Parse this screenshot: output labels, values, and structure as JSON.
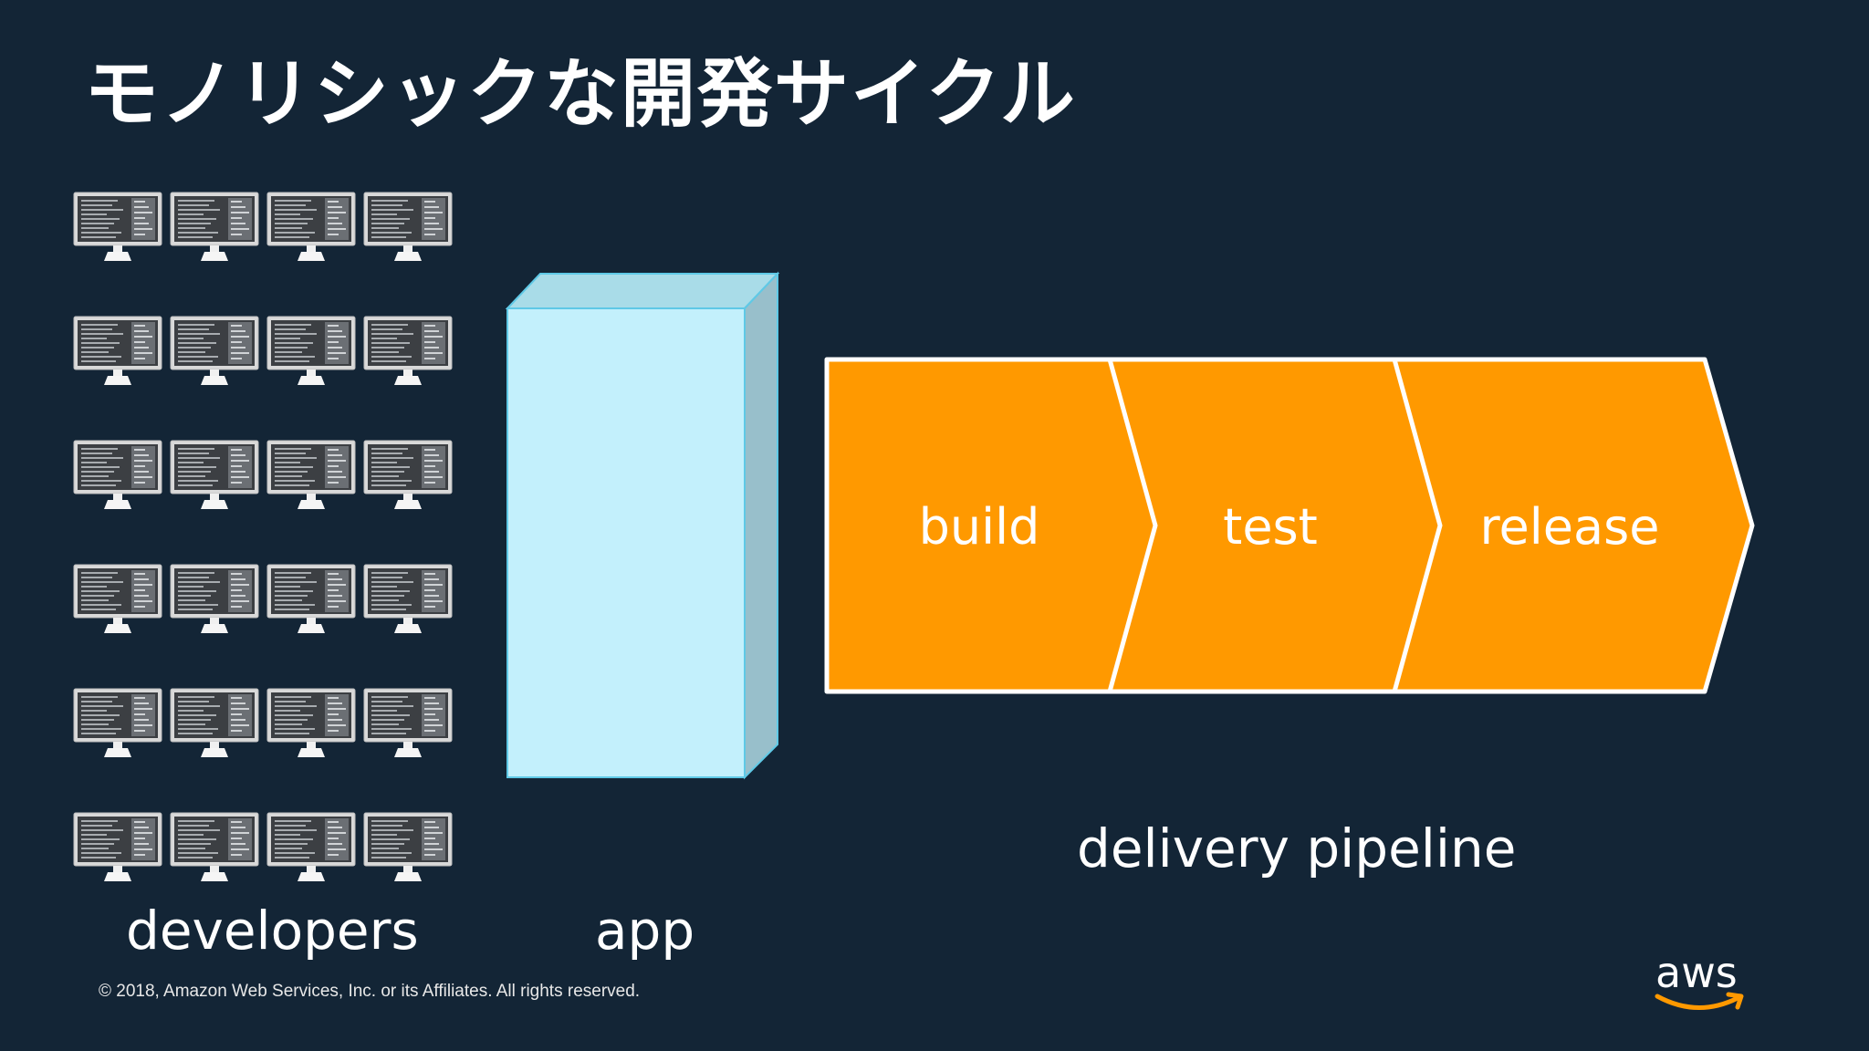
{
  "slide": {
    "title": "モノリシックな開発サイクル",
    "copyright": "© 2018, Amazon Web Services, Inc. or its Affiliates. All rights reserved."
  },
  "labels": {
    "developers": "developers",
    "app": "app",
    "pipeline": "delivery pipeline"
  },
  "pipeline": {
    "stages": [
      "build",
      "test",
      "release"
    ],
    "color": "#FF9900"
  },
  "app_box": {
    "color": "#C3F0FC"
  },
  "developers": {
    "monitor_count": 24,
    "rows": 6,
    "columns": 4
  },
  "logo": {
    "text": "aws",
    "icon": "aws-logo"
  },
  "colors": {
    "background": "#132536",
    "accent": "#FF9900"
  }
}
